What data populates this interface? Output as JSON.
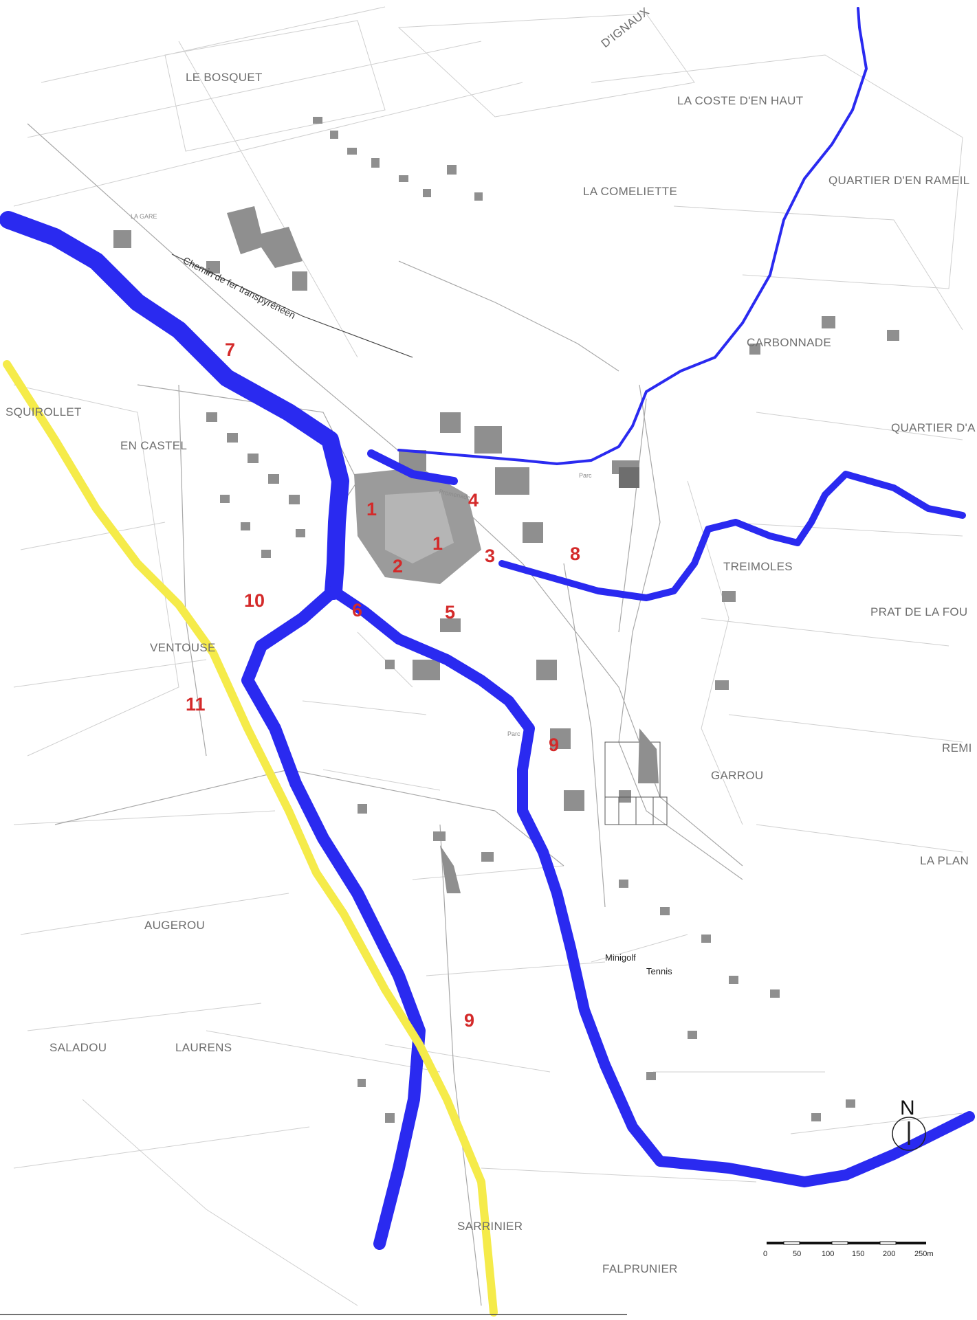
{
  "map": {
    "places": [
      {
        "id": "le-bosquet",
        "name": "LE BOSQUET"
      },
      {
        "id": "d-ignaux",
        "name": "D'IGNAUX"
      },
      {
        "id": "la-coste-d-en-haut",
        "name": "LA COSTE D'EN HAUT"
      },
      {
        "id": "quartier-d-en-rameil",
        "name": "QUARTIER D'EN RAMEIL"
      },
      {
        "id": "la-comeliette",
        "name": "LA COMELIETTE"
      },
      {
        "id": "la-gare",
        "name": "LA GARE"
      },
      {
        "id": "carbonnade",
        "name": "CARBONNADE"
      },
      {
        "id": "squirolet",
        "name": "SQUIROLLET"
      },
      {
        "id": "en-castel",
        "name": "EN CASTEL"
      },
      {
        "id": "quartier-d-a",
        "name": "QUARTIER D'A"
      },
      {
        "id": "treimoles",
        "name": "TREIMOLES"
      },
      {
        "id": "prat-de-la-fou",
        "name": "PRAT DE LA FOU"
      },
      {
        "id": "ventouse",
        "name": "VENTOUSE"
      },
      {
        "id": "remi",
        "name": "REMI"
      },
      {
        "id": "garrou",
        "name": "GARROU"
      },
      {
        "id": "la-plan",
        "name": "LA PLAN"
      },
      {
        "id": "augerou",
        "name": "AUGEROU"
      },
      {
        "id": "saladou",
        "name": "SALADOU"
      },
      {
        "id": "laurens",
        "name": "LAURENS"
      },
      {
        "id": "sarrinier",
        "name": "SARRINIER"
      },
      {
        "id": "falprunier",
        "name": "FALPRUNIER"
      }
    ],
    "small_labels": {
      "chemin": "Chemin de fer transpyrénéen",
      "parc_1": "Parc",
      "parc_2": "Parc",
      "promenade": "Promenade",
      "minigolf": "Minigolf",
      "tennis": "Tennis"
    },
    "numbers": [
      {
        "id": "n1a",
        "label": "1"
      },
      {
        "id": "n1b",
        "label": "1"
      },
      {
        "id": "n2",
        "label": "2"
      },
      {
        "id": "n3",
        "label": "3"
      },
      {
        "id": "n4",
        "label": "4"
      },
      {
        "id": "n5",
        "label": "5"
      },
      {
        "id": "n6",
        "label": "6"
      },
      {
        "id": "n7",
        "label": "7"
      },
      {
        "id": "n8",
        "label": "8"
      },
      {
        "id": "n9a",
        "label": "9"
      },
      {
        "id": "n9b",
        "label": "9"
      },
      {
        "id": "n10",
        "label": "10"
      },
      {
        "id": "n11",
        "label": "11"
      }
    ],
    "north_arrow": "N",
    "scale_bar": {
      "ticks": [
        "0",
        "50",
        "100",
        "150",
        "200",
        "250m"
      ]
    },
    "colors": {
      "river": "#2a2af0",
      "boundary": "#f5eb4a",
      "markers": "#d42a2a",
      "buildings": "#8f8f8f"
    }
  }
}
